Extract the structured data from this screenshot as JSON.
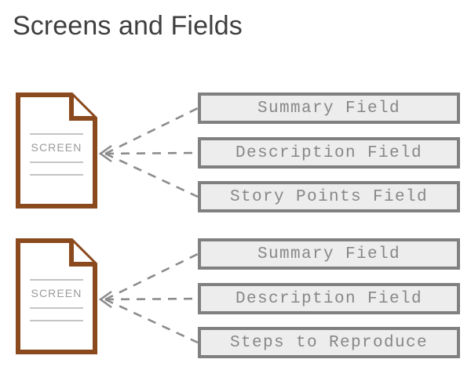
{
  "page": {
    "title": "Screens and Fields",
    "background_color": "#ffffff"
  },
  "colors": {
    "title_text": "#3f3f3f",
    "document_outline": "#8a4a1e",
    "document_fill": "#ffffff",
    "document_rule": "#c4c4c4",
    "document_label_text": "#9a9a9a",
    "field_box_fill": "#ededed",
    "field_box_border": "#808080",
    "field_box_text": "#878787",
    "connector_line": "#8c8c8c"
  },
  "diagram": {
    "type": "screen-to-fields-mapping",
    "groups": [
      {
        "id": "group-1",
        "screen": {
          "label": "SCREEN",
          "icon": "document-page-icon"
        },
        "fields": [
          {
            "label": "Summary Field"
          },
          {
            "label": "Description Field"
          },
          {
            "label": "Story Points Field"
          }
        ]
      },
      {
        "id": "group-2",
        "screen": {
          "label": "SCREEN",
          "icon": "document-page-icon"
        },
        "fields": [
          {
            "label": "Summary Field"
          },
          {
            "label": "Description Field"
          },
          {
            "label": "Steps to Reproduce"
          }
        ]
      }
    ]
  }
}
